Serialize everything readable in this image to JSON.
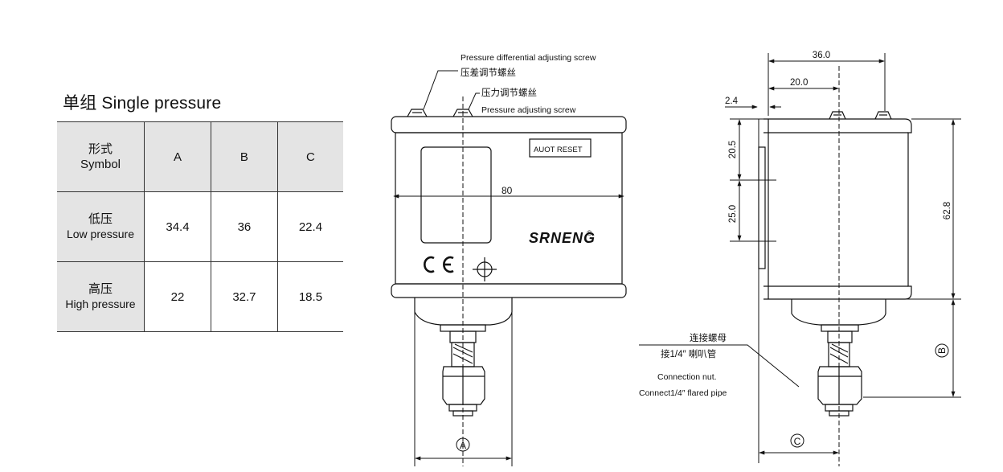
{
  "table": {
    "title": "单组 Single pressure",
    "header": {
      "label_zh": "形式",
      "label_en": "Symbol",
      "cols": [
        "A",
        "B",
        "C"
      ]
    },
    "rows": [
      {
        "label_zh": "低压",
        "label_en": "Low pressure",
        "values": [
          "34.4",
          "36",
          "22.4"
        ]
      },
      {
        "label_zh": "高压",
        "label_en": "High pressure",
        "values": [
          "22",
          "32.7",
          "18.5"
        ]
      }
    ]
  },
  "front_view": {
    "diff_screw_en": "Pressure differential adjusting screw",
    "diff_screw_zh": "压差调节螺丝",
    "pressure_screw_zh": "压力调节螺丝",
    "pressure_screw_en": "Pressure adjusting screw",
    "reset_label": "AUOT RESET",
    "brand": "SRNENG",
    "registered": "®",
    "ce_mark": "CE",
    "width_dim": "80",
    "dim_a": "A"
  },
  "side_view": {
    "dim_36": "36.0",
    "dim_20": "20.0",
    "dim_2_4": "2.4",
    "dim_20_5": "20.5",
    "dim_25": "25.0",
    "dim_62_8": "62.8",
    "dim_b": "B",
    "dim_c": "C",
    "nut_zh": "连接螺母",
    "pipe_zh": "接1/4″ 喇叭管",
    "nut_en": "Connection nut.",
    "pipe_en": "Connect1/4″ flared pipe"
  }
}
